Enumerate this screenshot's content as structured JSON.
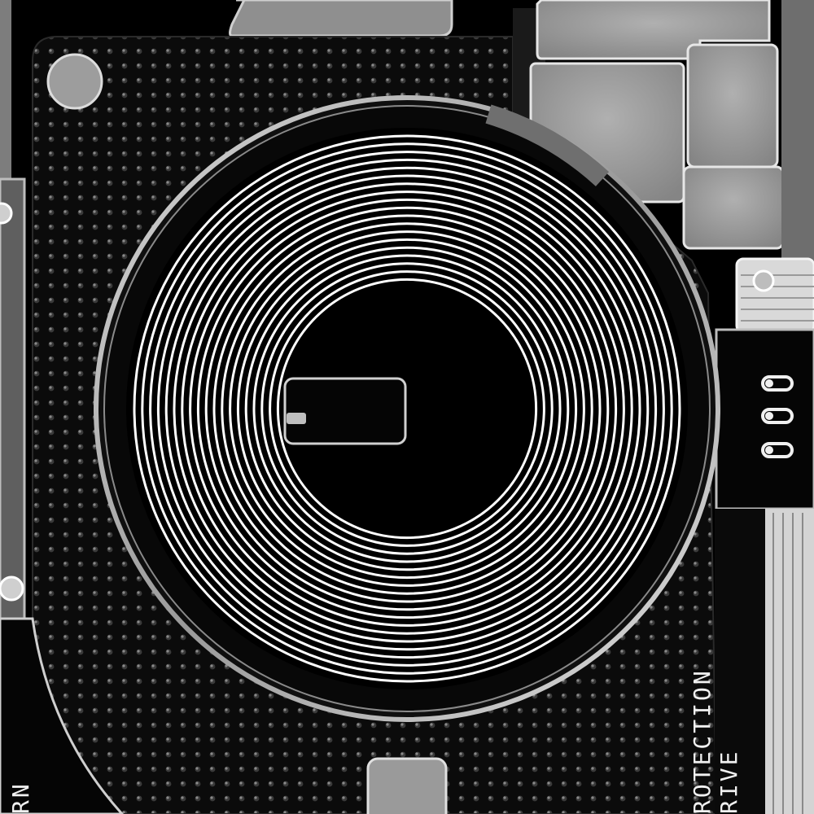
{
  "image": {
    "subject": "x-ray",
    "palette": {
      "background": "#000000",
      "board": "#0b0b0b",
      "grey_plate": "#8c8c8c",
      "light_plate": "#a6a6a6",
      "coil": "#ffffff",
      "rim": "#cfcfcf"
    }
  },
  "labels": {
    "right_line_1": "ROTECTION",
    "right_line_2": "RIVE",
    "bottom_left": "RN"
  }
}
